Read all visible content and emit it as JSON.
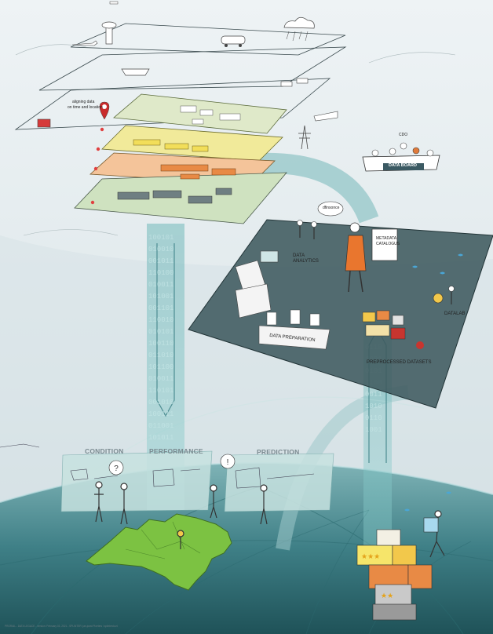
{
  "labels": {
    "aligning_1": "aligning data",
    "aligning_2": "on time and location",
    "cdo": "CDO",
    "data_board": "DATA BOARD",
    "speech": "dfinsonce",
    "data_analytics_1": "DATA",
    "data_analytics_2": "ANALYTICS",
    "metadata_1": "METADATA",
    "metadata_2": "CATALOGUS",
    "data_preparation": "DATA PREPARATION",
    "datalab": "DATALAB",
    "preprocessed_datasets": "PREPROCESSED DATASETS",
    "condition": "CONDITION",
    "performance": "PERFORMANCE",
    "prediction": "PREDICTION",
    "footer": "PRORAIL - DATA LEGACE - version: February 03, 2021 - SPLINTER: jan-joost Ploeters / splinterdo.nl"
  },
  "colors": {
    "layer_green": "#dfe9c9",
    "layer_yellow": "#f1ea9a",
    "layer_orange": "#f4c49a",
    "layer_gray": "#cfe2c0",
    "platform": "#3f5a5f",
    "globe": "#3e7f86",
    "map_green": "#7cc242",
    "accent_orange": "#e9762e"
  },
  "icons": [
    "control-tower-icon",
    "plane-icon",
    "tanker-truck-icon",
    "rain-cloud-icon",
    "ship-icon",
    "trucks-icon",
    "train-icon",
    "power-pylon-icon",
    "red-truck-icon",
    "location-clock-icon",
    "speech-bubble-icon",
    "question-bubble-icon",
    "exclamation-bubble-icon",
    "award-ribbon-icon",
    "bird-icons",
    "rating-stars-icon"
  ]
}
